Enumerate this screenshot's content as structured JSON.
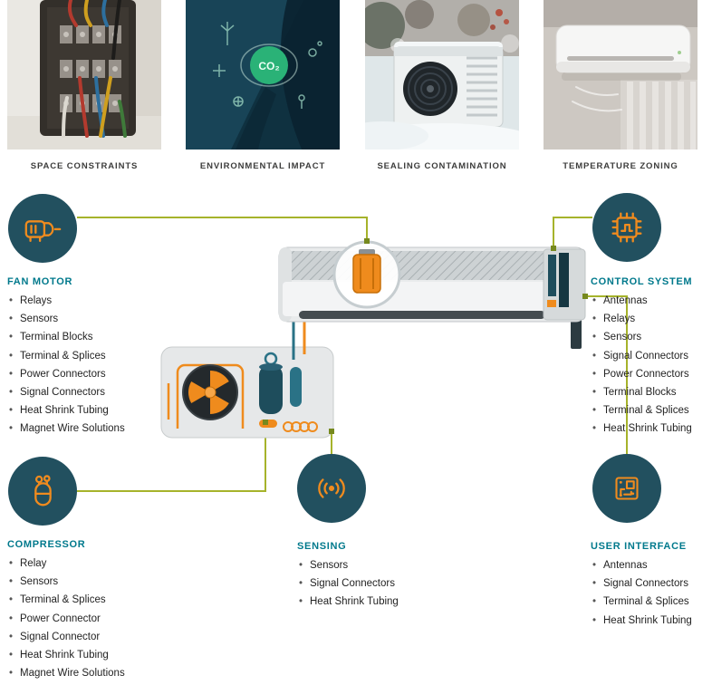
{
  "photos": [
    {
      "name": "space-constraints",
      "caption": "SPACE CONSTRAINTS"
    },
    {
      "name": "environmental-impact",
      "caption": "ENVIRONMENTAL IMPACT"
    },
    {
      "name": "sealing-contamination",
      "caption": "SEALING CONTAMINATION"
    },
    {
      "name": "temperature-zoning",
      "caption": "TEMPERATURE ZONING"
    }
  ],
  "co2_label": "CO₂",
  "sections": {
    "fan_motor": {
      "title": "FAN MOTOR",
      "items": [
        "Relays",
        "Sensors",
        "Terminal Blocks",
        "Terminal & Splices",
        "Power Connectors",
        "Signal Connectors",
        "Heat Shrink Tubing",
        "Magnet Wire Solutions"
      ]
    },
    "control_system": {
      "title": "CONTROL SYSTEM",
      "items": [
        "Antennas",
        "Relays",
        "Sensors",
        "Signal Connectors",
        "Power Connectors",
        "Terminal Blocks",
        "Terminal & Splices",
        "Heat Shrink Tubing"
      ]
    },
    "compressor": {
      "title": "COMPRESSOR",
      "items": [
        "Relay",
        "Sensors",
        "Terminal & Splices",
        "Power Connector",
        "Signal Connector",
        "Heat Shrink Tubing",
        "Magnet Wire Solutions"
      ]
    },
    "sensing": {
      "title": "SENSING",
      "items": [
        "Sensors",
        "Signal Connectors",
        "Heat Shrink Tubing"
      ]
    },
    "user_interface": {
      "title": "USER INTERFACE",
      "items": [
        "Antennas",
        "Signal Connectors",
        "Terminal & Splices",
        "Heat Shrink Tubing"
      ]
    }
  },
  "colors": {
    "accent_orange": "#ef8b1d",
    "circle_teal": "#22505f",
    "heading_teal": "#00798c",
    "connector_olive": "#a6b32b"
  }
}
